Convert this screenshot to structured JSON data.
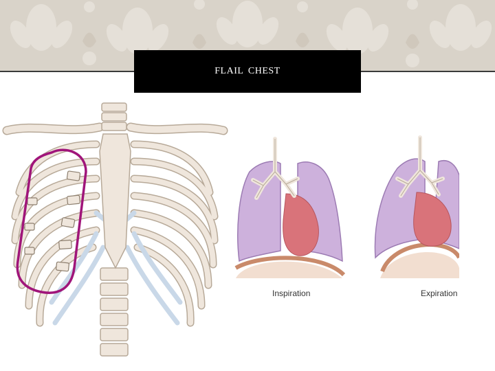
{
  "slide": {
    "title": "FLAIL  CHEST"
  },
  "figure": {
    "left_image": "rib-cage-with-flail-segment",
    "right_image": "lung-paradoxical-motion",
    "captions": {
      "inspiration": "Inspiration",
      "expiration": "Expiration"
    }
  },
  "colors": {
    "banner": "#d9d3c9",
    "title_box": "#000000",
    "bone": "#efe6dc",
    "cartilage": "#c9d8e8",
    "flail_outline": "#a0157a",
    "lung": "#cdb1dc",
    "heart": "#d9737a",
    "diaphragm": "#e7c6a8"
  }
}
